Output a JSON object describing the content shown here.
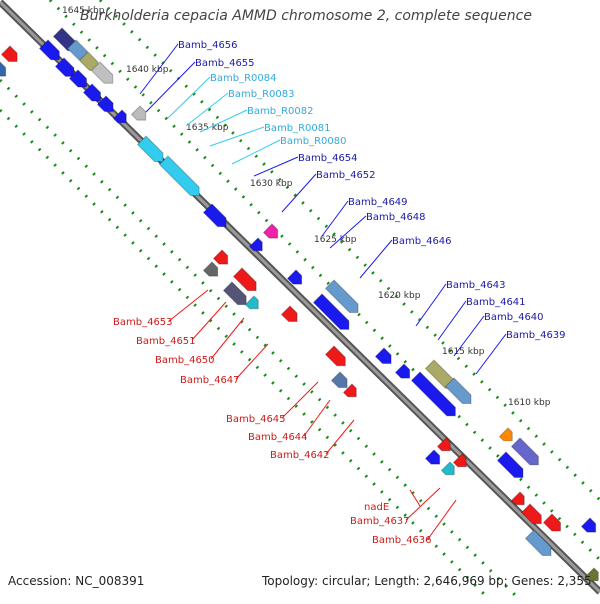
{
  "title": "Burkholderia cepacia AMMD chromosome 2, complete sequence",
  "footer": {
    "accession_label": "Accession:",
    "accession": "NC_008391",
    "topology_label": "Topology:",
    "topology": "circular",
    "length_label": "Length:",
    "length": "2,646,969 bp",
    "genes_label": "Genes:",
    "genes": "2,355"
  },
  "colors": {
    "backbone": "#777777",
    "ticks": "#1a8a1a",
    "forward_gene": "#1a1aee",
    "reverse_gene": "#ee1a1a",
    "rna_gene": "#33ccee",
    "forward_label": "#1a1aa6",
    "reverse_label": "#cc1a1a",
    "rna_label": "#33aadd"
  },
  "scale_ticks": [
    "1645 kbp",
    "1640 kbp",
    "1635 kbp",
    "1630 kbp",
    "1625 kbp",
    "1620 kbp",
    "1615 kbp",
    "1610 kbp"
  ],
  "forward_labels": [
    {
      "text": "Bamb_4656",
      "color": "forward"
    },
    {
      "text": "Bamb_4655",
      "color": "forward"
    },
    {
      "text": "Bamb_R0084",
      "color": "rna"
    },
    {
      "text": "Bamb_R0083",
      "color": "rna"
    },
    {
      "text": "Bamb_R0082",
      "color": "rna"
    },
    {
      "text": "Bamb_R0081",
      "color": "rna"
    },
    {
      "text": "Bamb_R0080",
      "color": "rna"
    },
    {
      "text": "Bamb_4654",
      "color": "forward"
    },
    {
      "text": "Bamb_4652",
      "color": "forward"
    },
    {
      "text": "Bamb_4649",
      "color": "forward"
    },
    {
      "text": "Bamb_4648",
      "color": "forward"
    },
    {
      "text": "Bamb_4646",
      "color": "forward"
    },
    {
      "text": "Bamb_4643",
      "color": "forward"
    },
    {
      "text": "Bamb_4641",
      "color": "forward"
    },
    {
      "text": "Bamb_4640",
      "color": "forward"
    },
    {
      "text": "Bamb_4639",
      "color": "forward"
    }
  ],
  "reverse_labels": [
    {
      "text": "Bamb_4653"
    },
    {
      "text": "Bamb_4651"
    },
    {
      "text": "Bamb_4650"
    },
    {
      "text": "Bamb_4647"
    },
    {
      "text": "Bamb_4645"
    },
    {
      "text": "Bamb_4644"
    },
    {
      "text": "Bamb_4642"
    },
    {
      "text": "nadE"
    },
    {
      "text": "Bamb_4637"
    },
    {
      "text": "Bamb_4636"
    }
  ]
}
